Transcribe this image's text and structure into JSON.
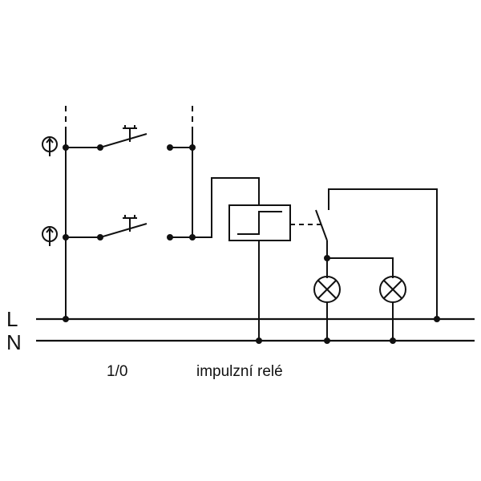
{
  "labels": {
    "line_l": "L",
    "line_n": "N",
    "switch_mode": "1/0",
    "relay": "impulzní relé"
  },
  "icons": {
    "pushbutton": "pushbutton-T-symbol",
    "indicator": "glow-lamp-indicator",
    "lamp": "lamp-cross-circle"
  }
}
